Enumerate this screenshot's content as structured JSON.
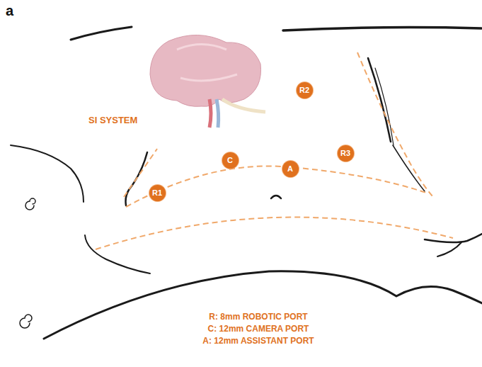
{
  "diagram": {
    "nodes": [
      {
        "text": [
          "R2"
        ]
      },
      {
        "text": [
          "R3"
        ]
      },
      {
        "text": [
          "C"
        ]
      },
      {
        "text": [
          "A"
        ]
      },
      {
        "text": [
          "R1"
        ]
      }
    ],
    "labels": [
      "a",
      "SI SYSTEM",
      "R: 8mm ROBOTIC PORT",
      "C: 12mm CAMERA PORT",
      "A: 12mm ASSISTANT PORT"
    ]
  }
}
